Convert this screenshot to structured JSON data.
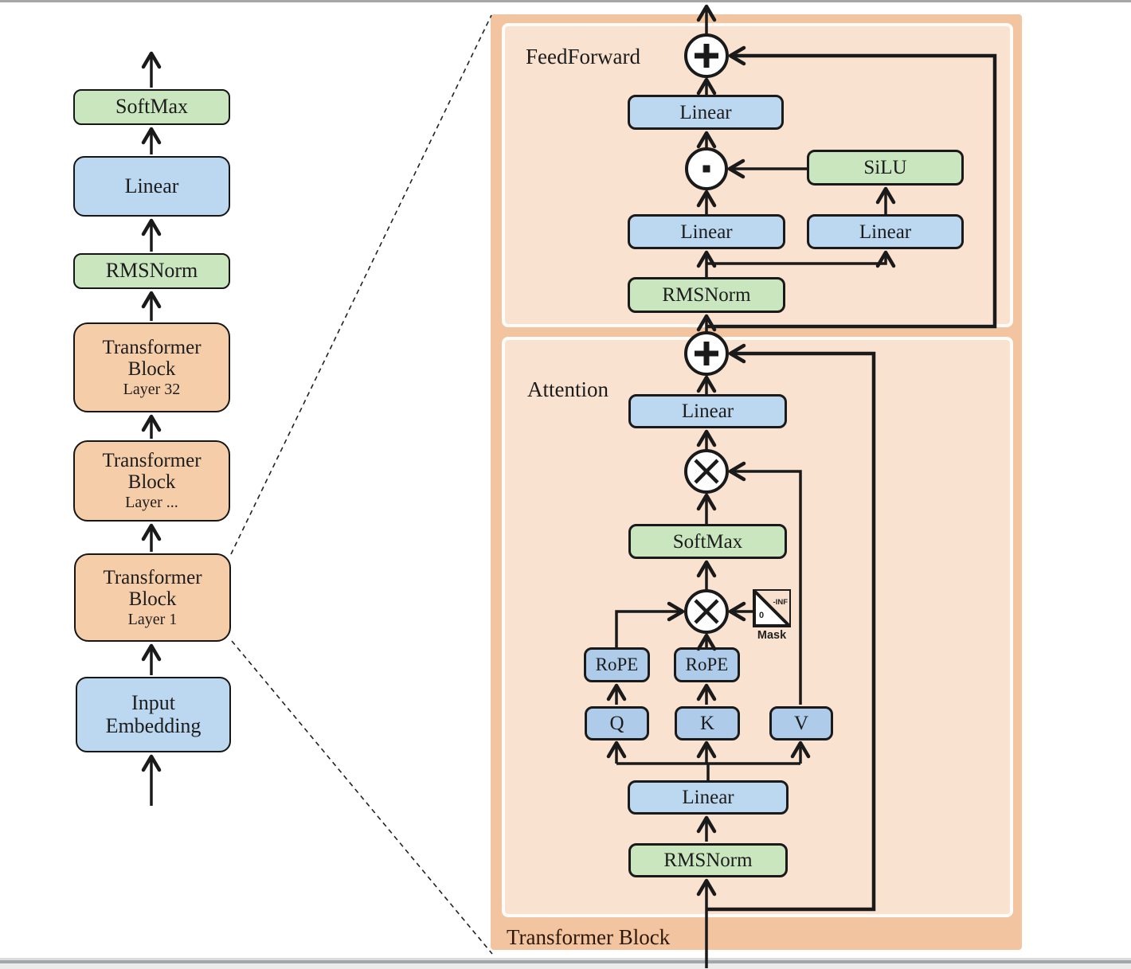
{
  "colors": {
    "panel_outer": "#f2c4a0",
    "panel_inner": "#fae2d0",
    "box_green": "#c9e6bf",
    "box_blue": "#bcd8f0",
    "box_blue_small": "#aecbe9",
    "box_orange": "#f6cda9",
    "line": "#1a1a1a"
  },
  "left_column": {
    "boxes": [
      {
        "label": "SoftMax"
      },
      {
        "label": "Linear"
      },
      {
        "label": "RMSNorm"
      },
      {
        "label": "Transformer Block",
        "sublabel": "Layer 32"
      },
      {
        "label": "Transformer Block",
        "sublabel": "Layer ..."
      },
      {
        "label": "Transformer Block",
        "sublabel": "Layer 1"
      },
      {
        "label": "Input Embedding"
      }
    ]
  },
  "right_panel": {
    "title": "Transformer Block",
    "feedforward": {
      "label": "FeedForward",
      "linear_out": "Linear",
      "silu": "SiLU",
      "linear_up": "Linear",
      "linear_gate": "Linear",
      "rmsnorm": "RMSNorm"
    },
    "attention": {
      "label": "Attention",
      "linear_out": "Linear",
      "softmax": "SoftMax",
      "mask_label": "Mask",
      "mask_masked_value": "-INF",
      "mask_unmasked_value": "0",
      "rope_q": "RoPE",
      "rope_k": "RoPE",
      "q": "Q",
      "k": "K",
      "v": "V",
      "linear_in": "Linear",
      "rmsnorm": "RMSNorm"
    }
  }
}
